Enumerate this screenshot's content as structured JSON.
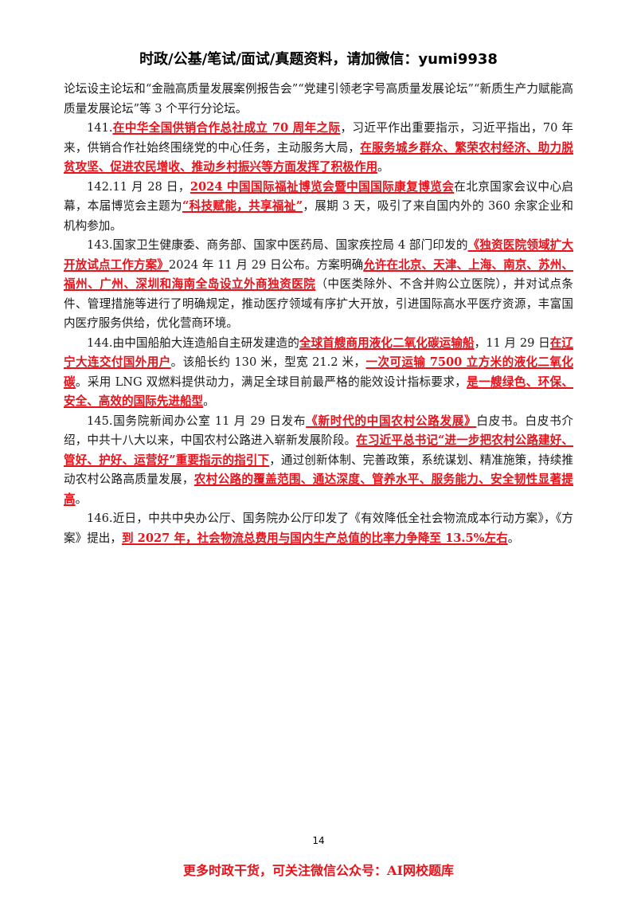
{
  "header": {
    "text": "时政/公基/笔试/面试/真题资料，请加微信：yumi9938"
  },
  "p0": {
    "t1": "论坛设主论坛和“金融高质量发展案例报告会”“党建引领老字号高质量发展论坛”“新质生产力赋能高质量发展论坛”等 3 个平行分论坛。"
  },
  "p141": {
    "t1": "141.",
    "h1": "在中华全国供销合作总社成立 70 周年之际",
    "t2": "，习近平作出重要指示，习近平指出，70 年来，供销合作社始终围绕党的中心任务，主动服务大局，",
    "h2": "在服务城乡群众、繁荣农村经济、助力脱贫攻坚、促进农民增收、推动乡村振兴等方面发挥了积极作用",
    "t3": "。"
  },
  "p142": {
    "t1": "142.11 月 28 日，",
    "h1": "2024 中国国际福祉博览会暨中国国际康复博览会",
    "t2": "在北京国家会议中心启幕，本届博览会主题为",
    "h2": "“科技赋能，共享福祉”",
    "t3": "，展期 3 天，吸引了来自国内外的 360 余家企业和机构参加。"
  },
  "p143": {
    "t1": "143.国家卫生健康委、商务部、国家中医药局、国家疾控局 4 部门印发的",
    "h1": "《独资医院领域扩大开放试点工作方案》",
    "t2": "2024 年 11 月 29 日公布。方案明确",
    "h2": "允许在北京、天津、上海、南京、苏州、福州、广州、深圳和海南全岛设立外商独资医院",
    "t3": "（中医类除外、不含并购公立医院），并对试点条件、管理措施等进行了明确规定，推动医疗领域有序扩大开放，引进国际高水平医疗资源，丰富国内医疗服务供给，优化营商环境。"
  },
  "p144": {
    "t1": "144.由中国船舶大连造船自主研发建造的",
    "h1": "全球首艘商用液化二氧化碳运输船",
    "t2": "，11 月 29 日",
    "h2": "在辽宁大连交付国外用户",
    "t3": "。该船长约 130 米，型宽 21.2 米，",
    "h3": "一次可运输 7500 立方米的液化二氧化碳",
    "t4": "。采用 LNG 双燃料提供动力，满足全球目前最严格的能效设计指标要求，",
    "h4": "是一艘绿色、环保、安全、高效的国际先进船型",
    "t5": "。"
  },
  "p145": {
    "t1": "145.国务院新闻办公室 11 月 29 日发布",
    "h1": "《新时代的中国农村公路发展》",
    "t2": "白皮书。白皮书介绍，中共十八大以来，中国农村公路进入崭新发展阶段。",
    "h2": "在习近平总书记“进一步把农村公路建好、管好、护好、运营好”重要指示的指引下",
    "t3": "，通过创新体制、完善政策，系统谋划、精准施策，持续推动农村公路高质量发展，",
    "h3": "农村公路的覆盖范围、通达深度、管养水平、服务能力、安全韧性显著提高",
    "t4": "。"
  },
  "p146": {
    "t1": "146.近日，中共中央办公厅、国务院办公厅印发了《有效降低全社会物流成本行动方案》，《方案》提出，",
    "h1": "到 2027 年，社会物流总费用与国内生产总值的比率力争降至 13.5%左右",
    "t2": "。"
  },
  "page_number": "14",
  "footer": {
    "text": "更多时政干货，可关注微信公众号：AI网校题库"
  },
  "colors": {
    "highlight": "#e8121a",
    "text": "#1a1a1a"
  }
}
